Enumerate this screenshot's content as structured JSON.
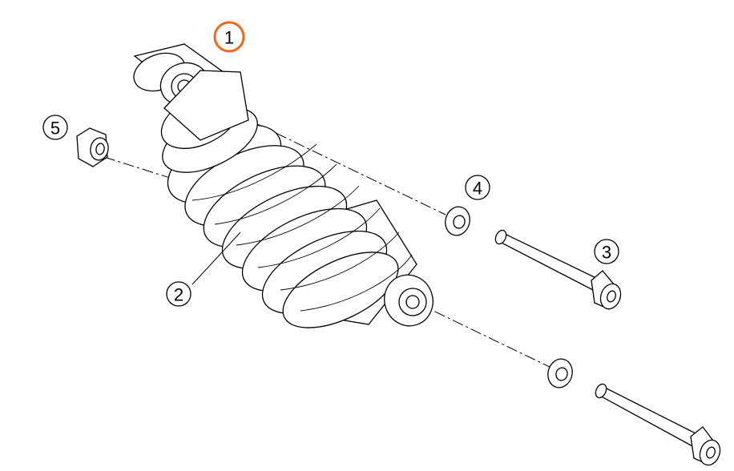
{
  "diagram": {
    "callouts": [
      {
        "id": "1",
        "label": "1",
        "highlighted": true
      },
      {
        "id": "2",
        "label": "2",
        "highlighted": false
      },
      {
        "id": "3",
        "label": "3",
        "highlighted": false
      },
      {
        "id": "4",
        "label": "4",
        "highlighted": false
      },
      {
        "id": "5",
        "label": "5",
        "highlighted": false
      }
    ],
    "colors": {
      "line": "#000000",
      "highlight": "#ee6a1a",
      "background": "#ffffff"
    }
  }
}
